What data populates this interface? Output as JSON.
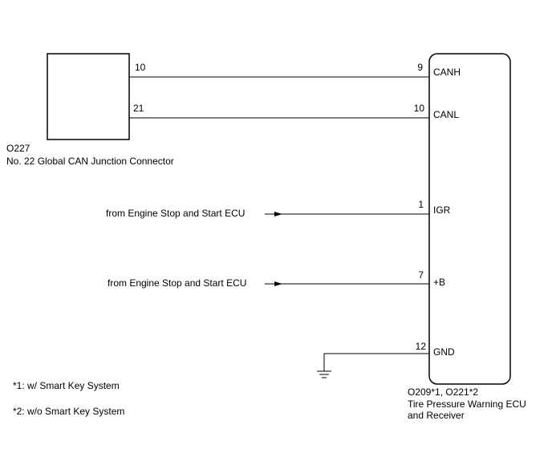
{
  "junction": {
    "code": "O227",
    "name": "No. 22 Global CAN Junction Connector",
    "pins": [
      {
        "number": "10",
        "wire": "CANH"
      },
      {
        "number": "21",
        "wire": "CANL"
      }
    ]
  },
  "ecu": {
    "codes": "O209*1, O221*2",
    "name_line1": "Tire Pressure Warning ECU",
    "name_line2": "and Receiver",
    "pins": [
      {
        "number": "9",
        "label": "CANH"
      },
      {
        "number": "10",
        "label": "CANL"
      },
      {
        "number": "1",
        "label": "IGR"
      },
      {
        "number": "7",
        "label": "+B"
      },
      {
        "number": "12",
        "label": "GND"
      }
    ]
  },
  "inputs": [
    {
      "label": "from Engine Stop and Start ECU",
      "to_pin": "IGR"
    },
    {
      "label": "from Engine Stop and Start ECU",
      "to_pin": "+B"
    }
  ],
  "footnotes": [
    "*1: w/ Smart Key System",
    "*2: w/o Smart Key System"
  ]
}
